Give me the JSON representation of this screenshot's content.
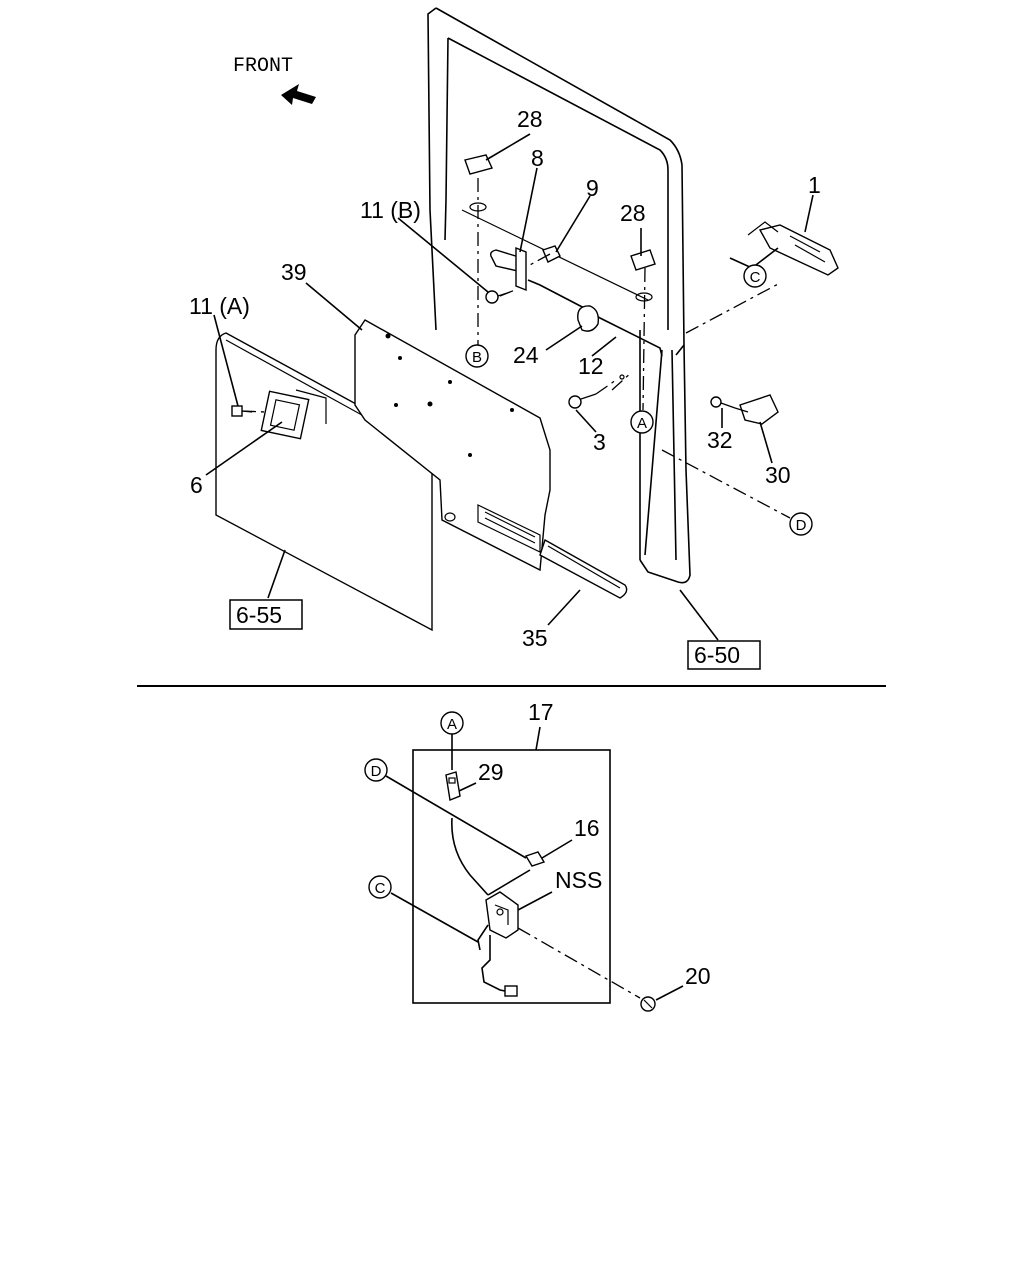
{
  "front_label": "FRONT",
  "callouts": {
    "c1": "1",
    "c3": "3",
    "c6": "6",
    "c8": "8",
    "c9": "9",
    "c11a": "11 (A)",
    "c11b": "11 (B)",
    "c12": "12",
    "c16": "16",
    "c17": "17",
    "c20": "20",
    "c24": "24",
    "c28a": "28",
    "c28b": "28",
    "c29": "29",
    "c30": "30",
    "c32": "32",
    "c35": "35",
    "c39": "39",
    "nss": "NSS"
  },
  "refs": {
    "r655": "6-55",
    "r650": "6-50"
  },
  "circle_refs": {
    "a": "A",
    "b": "B",
    "c": "C",
    "d": "D"
  }
}
